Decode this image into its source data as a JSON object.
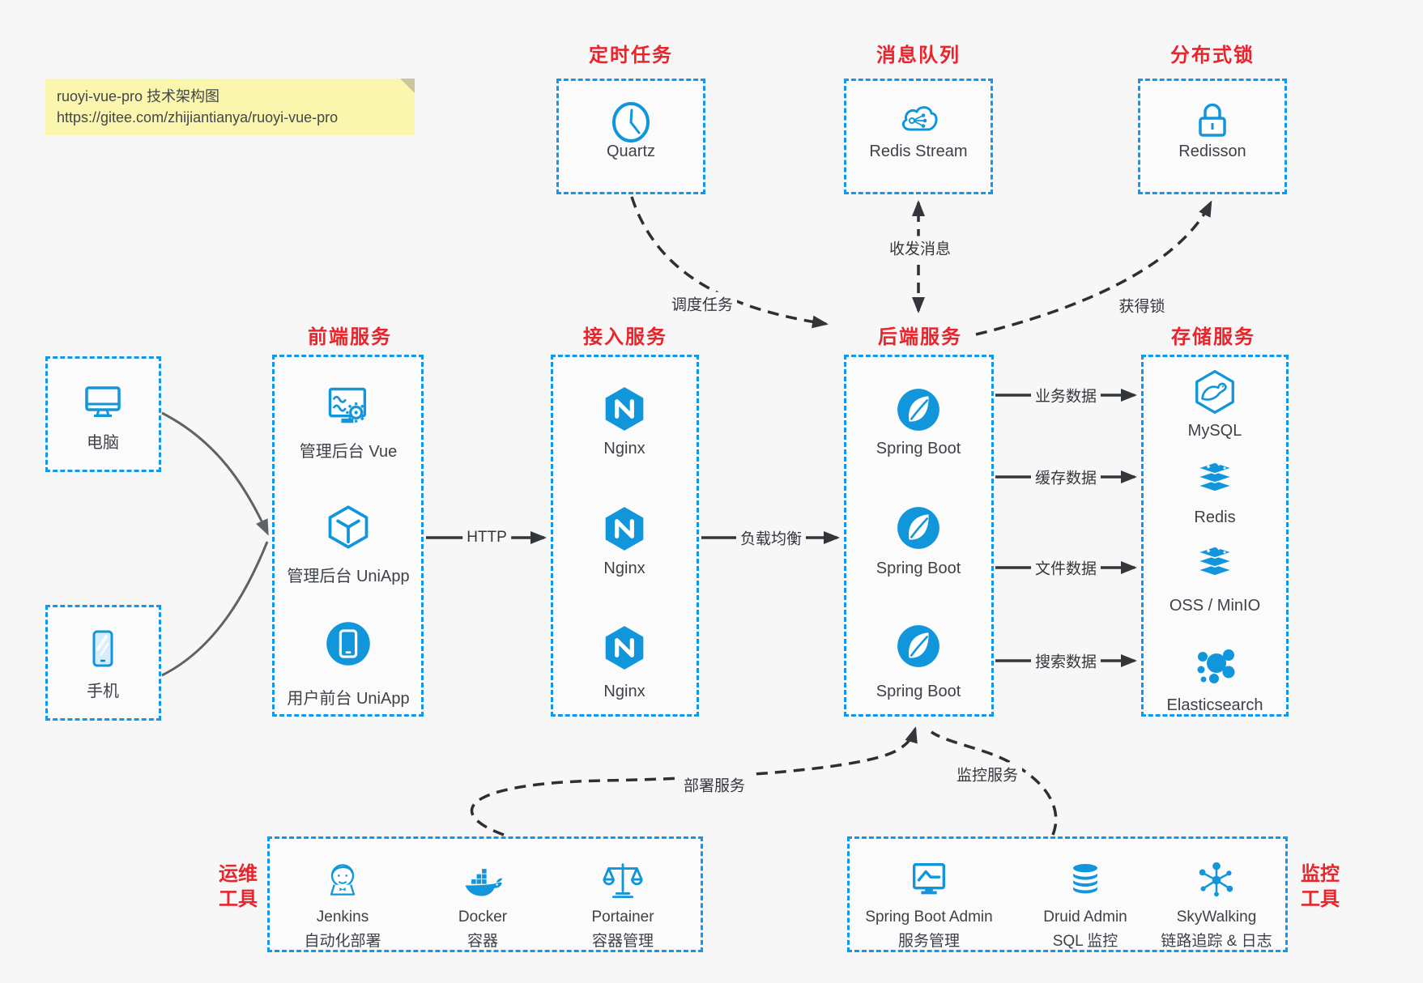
{
  "colors": {
    "accent_blue": "#1297ef",
    "icon_blue": "#1296db",
    "title_red": "#e9242b",
    "line_dark": "#33363b",
    "line_gray": "#5f6368",
    "note_bg": "#fbf6ae",
    "page_bg": "#f7f7f8"
  },
  "note": {
    "line1": "ruoyi-vue-pro 技术架构图",
    "line2": "https://gitee.com/zhijiantianya/ruoyi-vue-pro"
  },
  "top_services": {
    "scheduler": {
      "title": "定时任务",
      "item": "Quartz"
    },
    "mq": {
      "title": "消息队列",
      "item": "Redis Stream"
    },
    "lock": {
      "title": "分布式锁",
      "item": "Redisson"
    }
  },
  "clients": {
    "pc": "电脑",
    "mobile": "手机"
  },
  "columns": {
    "frontend": {
      "title": "前端服务",
      "items": [
        "管理后台 Vue",
        "管理后台 UniApp",
        "用户前台 UniApp"
      ]
    },
    "gateway": {
      "title": "接入服务",
      "items": [
        "Nginx",
        "Nginx",
        "Nginx"
      ]
    },
    "backend": {
      "title": "后端服务",
      "items": [
        "Spring Boot",
        "Spring Boot",
        "Spring Boot"
      ]
    },
    "storage": {
      "title": "存储服务",
      "items": [
        "MySQL",
        "Redis",
        "OSS / MinIO",
        "Elasticsearch"
      ]
    }
  },
  "edges": {
    "http": "HTTP",
    "lb": "负载均衡",
    "schedule": "调度任务",
    "message": "收发消息",
    "lock": "获得锁",
    "biz": "业务数据",
    "cache": "缓存数据",
    "file": "文件数据",
    "search": "搜索数据",
    "deploy": "部署服务",
    "monitor": "监控服务"
  },
  "ops": {
    "side_label": [
      "运维",
      "工具"
    ],
    "items": [
      {
        "name": "Jenkins",
        "desc": "自动化部署"
      },
      {
        "name": "Docker",
        "desc": "容器"
      },
      {
        "name": "Portainer",
        "desc": "容器管理"
      }
    ]
  },
  "monitoring": {
    "side_label": [
      "监控",
      "工具"
    ],
    "items": [
      {
        "name": "Spring Boot Admin",
        "desc": "服务管理"
      },
      {
        "name": "Druid Admin",
        "desc": "SQL 监控"
      },
      {
        "name": "SkyWalking",
        "desc": "链路追踪 & 日志"
      }
    ]
  },
  "icons": {
    "clock": "定时任务 Quartz",
    "cloud-share": "消息队列 Redis Stream",
    "padlock": "分布式锁 Redisson",
    "monitor": "电脑",
    "smartphone": "手机",
    "admin-screen-gear": "管理后台 Vue",
    "cube": "管理后台 UniApp",
    "phone-circle": "用户前台 UniApp",
    "nginx-hexagon": "Nginx",
    "spring-leaf": "Spring Boot",
    "mysql-dolphin": "MySQL",
    "redis-stack": "Redis / OSS / MinIO",
    "es-cluster": "Elasticsearch",
    "jenkins-butler": "Jenkins",
    "docker-whale": "Docker",
    "scales": "Portainer",
    "chart-screen": "Spring Boot Admin",
    "database": "Druid Admin",
    "topology": "SkyWalking"
  }
}
